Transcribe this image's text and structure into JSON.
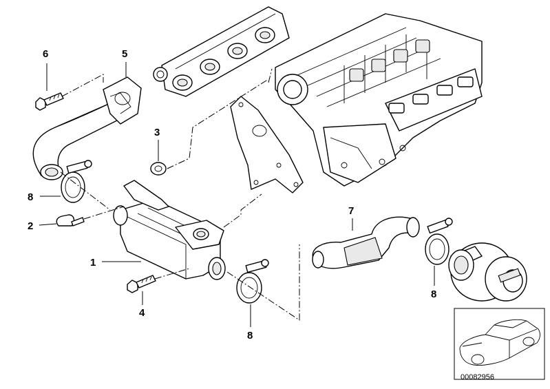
{
  "callouts": [
    "1",
    "2",
    "3",
    "4",
    "5",
    "6",
    "7",
    "8",
    "8",
    "8"
  ],
  "car_image": {
    "part_number": "00082956"
  },
  "colors": {
    "line": "#000000",
    "background": "#ffffff",
    "shade": "#e9e9e9"
  }
}
